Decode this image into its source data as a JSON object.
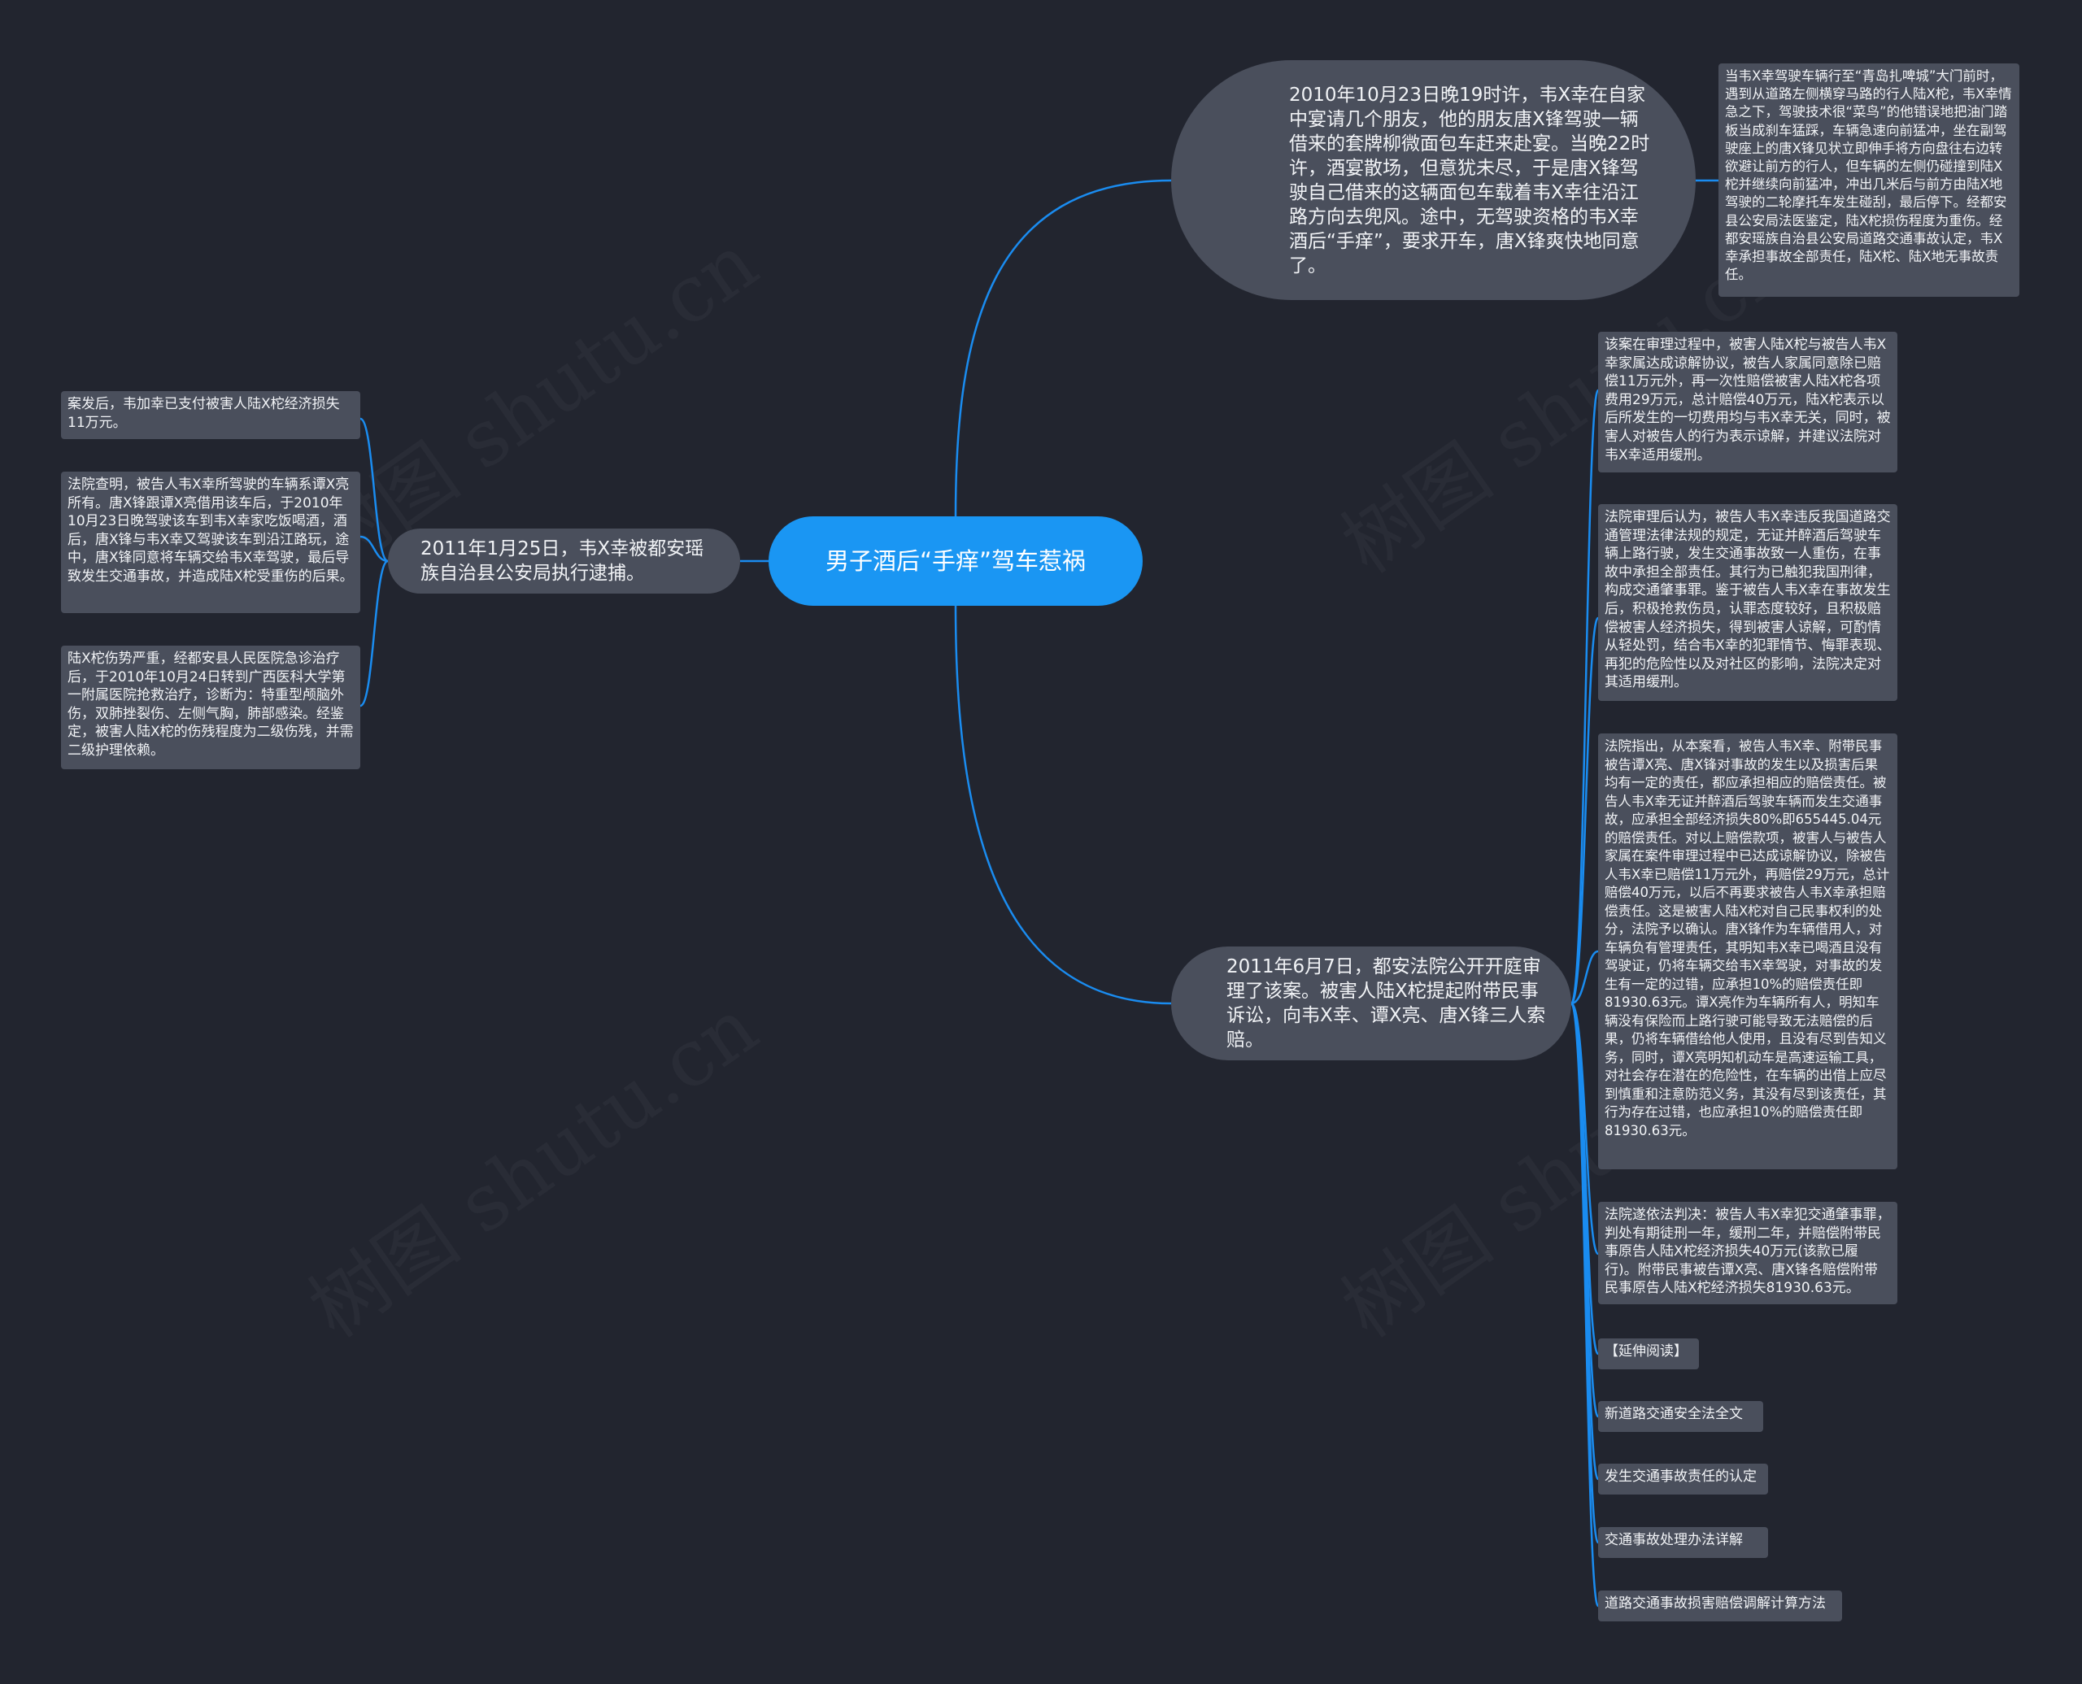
{
  "root": {
    "label": "男子酒后“手痒”驾车惹祸"
  },
  "branches": {
    "b1": "2010年10月23日晚19时许，韦X幸在自家中宴请几个朋友，他的朋友唐X锋驾驶一辆借来的套牌柳微面包车赶来赴宴。当晚22时许，酒宴散场，但意犹未尽，于是唐X锋驾驶自己借来的这辆面包车载着韦X幸往沿江路方向去兜风。途中，无驾驶资格的韦X幸酒后“手痒”，要求开车，唐X锋爽快地同意了。",
    "b2": "2011年6月7日，都安法院公开开庭审理了该案。被害人陆X柁提起附带民事诉讼，向韦X幸、谭X亮、唐X锋三人索赔。",
    "b3": "2011年1月25日，韦X幸被都安瑶族自治县公安局执行逮捕。"
  },
  "leaves": {
    "b1_1": "当韦X幸驾驶车辆行至“青岛扎啤城”大门前时，遇到从道路左侧横穿马路的行人陆X柁，韦X幸情急之下，驾驶技术很“菜鸟”的他错误地把油门踏板当成刹车猛踩，车辆急速向前猛冲，坐在副驾驶座上的唐X锋见状立即伸手将方向盘往右边转欲避让前方的行人，但车辆的左侧仍碰撞到陆X柁并继续向前猛冲，冲出几米后与前方由陆X地驾驶的二轮摩托车发生碰刮，最后停下。经都安县公安局法医鉴定，陆X柁损伤程度为重伤。经都安瑶族自治县公安局道路交通事故认定，韦X幸承担事故全部责任，陆X柁、陆X地无事故责任。",
    "b2_1": "该案在审理过程中，被害人陆X柁与被告人韦X幸家属达成谅解协议，被告人家属同意除已赔偿11万元外，再一次性赔偿被害人陆X柁各项费用29万元，总计赔偿40万元，陆X柁表示以后所发生的一切费用均与韦X幸无关，同时，被害人对被告人的行为表示谅解，并建议法院对韦X幸适用缓刑。",
    "b2_2": "法院审理后认为，被告人韦X幸违反我国道路交通管理法律法规的规定，无证并醉酒后驾驶车辆上路行驶，发生交通事故致一人重伤，在事故中承担全部责任。其行为已触犯我国刑律，构成交通肇事罪。鉴于被告人韦X幸在事故发生后，积极抢救伤员，认罪态度较好，且积极赔偿被害人经济损失，得到被害人谅解，可酌情从轻处罚，结合韦X幸的犯罪情节、悔罪表现、再犯的危险性以及对社区的影响，法院决定对其适用缓刑。",
    "b2_3": "法院指出，从本案看，被告人韦X幸、附带民事被告谭X亮、唐X锋对事故的发生以及损害后果均有一定的责任，都应承担相应的赔偿责任。被告人韦X幸无证并醉酒后驾驶车辆而发生交通事故，应承担全部经济损失80%即655445.04元的赔偿责任。对以上赔偿款项，被害人与被告人家属在案件审理过程中已达成谅解协议，除被告人韦X幸已赔偿11万元外，再赔偿29万元，总计赔偿40万元，以后不再要求被告人韦X幸承担赔偿责任。这是被害人陆X柁对自己民事权利的处分，法院予以确认。唐X锋作为车辆借用人，对车辆负有管理责任，其明知韦X幸已喝酒且没有驾驶证，仍将车辆交给韦X幸驾驶，对事故的发生有一定的过错，应承担10%的赔偿责任即81930.63元。谭X亮作为车辆所有人，明知车辆没有保险而上路行驶可能导致无法赔偿的后果，仍将车辆借给他人使用，且没有尽到告知义务，同时，谭X亮明知机动车是高速运输工具，对社会存在潜在的危险性，在车辆的出借上应尽到慎重和注意防范义务，其没有尽到该责任，其行为存在过错，也应承担10%的赔偿责任即81930.63元。",
    "b2_4": "法院遂依法判决：被告人韦X幸犯交通肇事罪，判处有期徒刑一年，缓刑二年，并赔偿附带民事原告人陆X柁经济损失40万元(该款已履行)。附带民事被告谭X亮、唐X锋各赔偿附带民事原告人陆X柁经济损失81930.63元。",
    "b2_5": "【延伸阅读】",
    "b2_6": "新道路交通安全法全文",
    "b2_7": "发生交通事故责任的认定",
    "b2_8": "交通事故处理办法详解",
    "b2_9": "道路交通事故损害赔偿调解计算方法",
    "b3_1": "案发后，韦加幸已支付被害人陆X柁经济损失11万元。",
    "b3_2": "法院查明，被告人韦X幸所驾驶的车辆系谭X亮所有。唐X锋跟谭X亮借用该车后，于2010年10月23日晚驾驶该车到韦X幸家吃饭喝酒，酒后，唐X锋与韦X幸又驾驶该车到沿江路玩，途中，唐X锋同意将车辆交给韦X幸驾驶，最后导致发生交通事故，并造成陆X柁受重伤的后果。",
    "b3_3": "陆X柁伤势严重，经都安县人民医院急诊治疗后，于2010年10月24日转到广西医科大学第一附属医院抢救治疗，诊断为：特重型颅脑外伤，双肺挫裂伤、左侧气胸，肺部感染。经鉴定，被害人陆X柁的伤残程度为二级伤残，并需二级护理依赖。"
  },
  "watermark": "树图 shutu.cn",
  "colors": {
    "background": "#22252f",
    "root": "#1a96f3",
    "node": "#4a4f5c",
    "link": "#1a8cf0",
    "text": "#f1f3f6"
  }
}
